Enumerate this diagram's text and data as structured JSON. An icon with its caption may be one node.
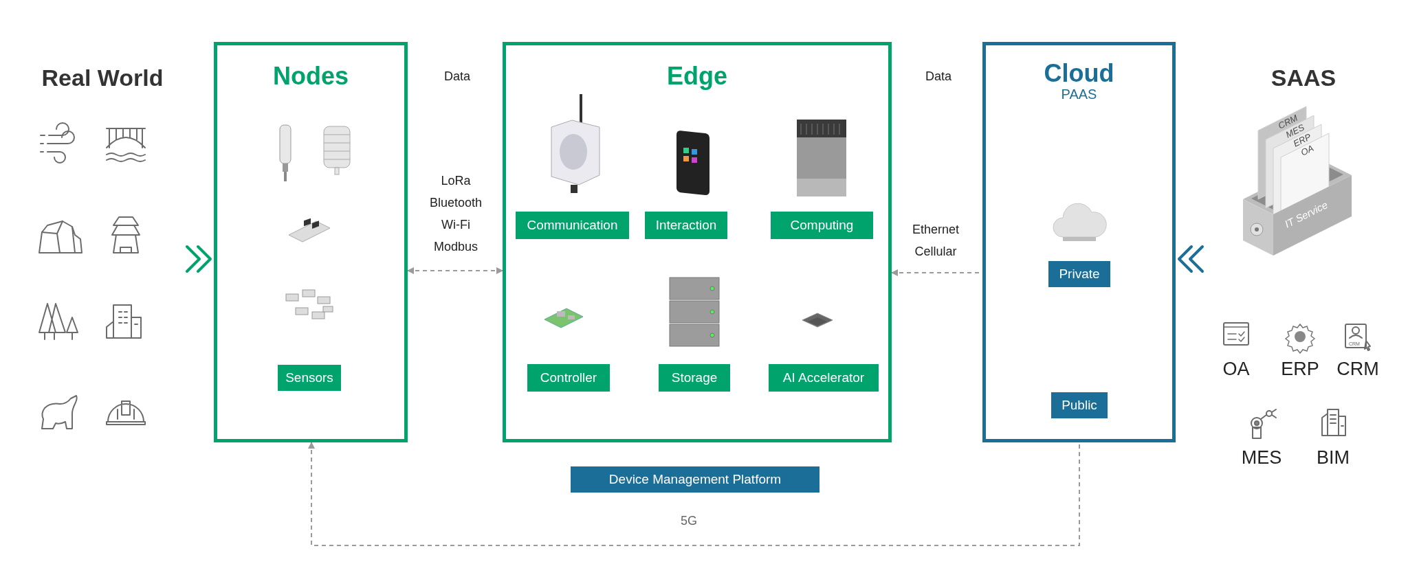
{
  "diagram": {
    "nodes": [
      {
        "text": [
          "Nodes"
        ]
      },
      {
        "text": [
          "Sensors"
        ],
        "in": 0
      },
      {
        "text": [
          "Edge"
        ]
      },
      {
        "text": [
          "Communication"
        ],
        "in": 2
      },
      {
        "text": [
          "Interaction"
        ],
        "in": 2
      },
      {
        "text": [
          "Computing"
        ],
        "in": 2
      },
      {
        "text": [
          "Controller"
        ],
        "in": 2
      },
      {
        "text": [
          "Storage"
        ],
        "in": 2
      },
      {
        "text": [
          "AI Accelerator"
        ],
        "in": 2
      },
      {
        "text": [
          "Cloud",
          "PAAS"
        ]
      },
      {
        "text": [
          "Private"
        ],
        "in": 9
      },
      {
        "text": [
          "Public"
        ],
        "in": 9
      },
      {
        "text": [
          "Device Management Platform"
        ]
      },
      {
        "text": [
          "Real World"
        ]
      },
      {
        "text": [
          "SAAS"
        ]
      }
    ],
    "edges": [
      {
        "from": 0,
        "to": 2,
        "arrow": "both",
        "label": "LoRa Bluetooth Wi-Fi Modbus",
        "style": "dashed"
      },
      {
        "from": 2,
        "to": 10,
        "arrow": "both",
        "label": "Ethernet Cellular",
        "style": "dashed"
      },
      {
        "from": 0,
        "to": 11,
        "arrow": "both",
        "label": "5G",
        "style": "dashed"
      },
      {
        "from": 13,
        "to": 0,
        "arrow": "to",
        "color": "#00a36c"
      },
      {
        "from": 14,
        "to": 9,
        "arrow": "to",
        "color": "#1b6e98"
      }
    ],
    "labels": [
      "Data",
      "Data",
      "CRM",
      "MES",
      "ERP",
      "OA",
      "IT Service",
      "OA",
      "ERP",
      "CRM",
      "CRM",
      "MES",
      "BIM"
    ]
  }
}
